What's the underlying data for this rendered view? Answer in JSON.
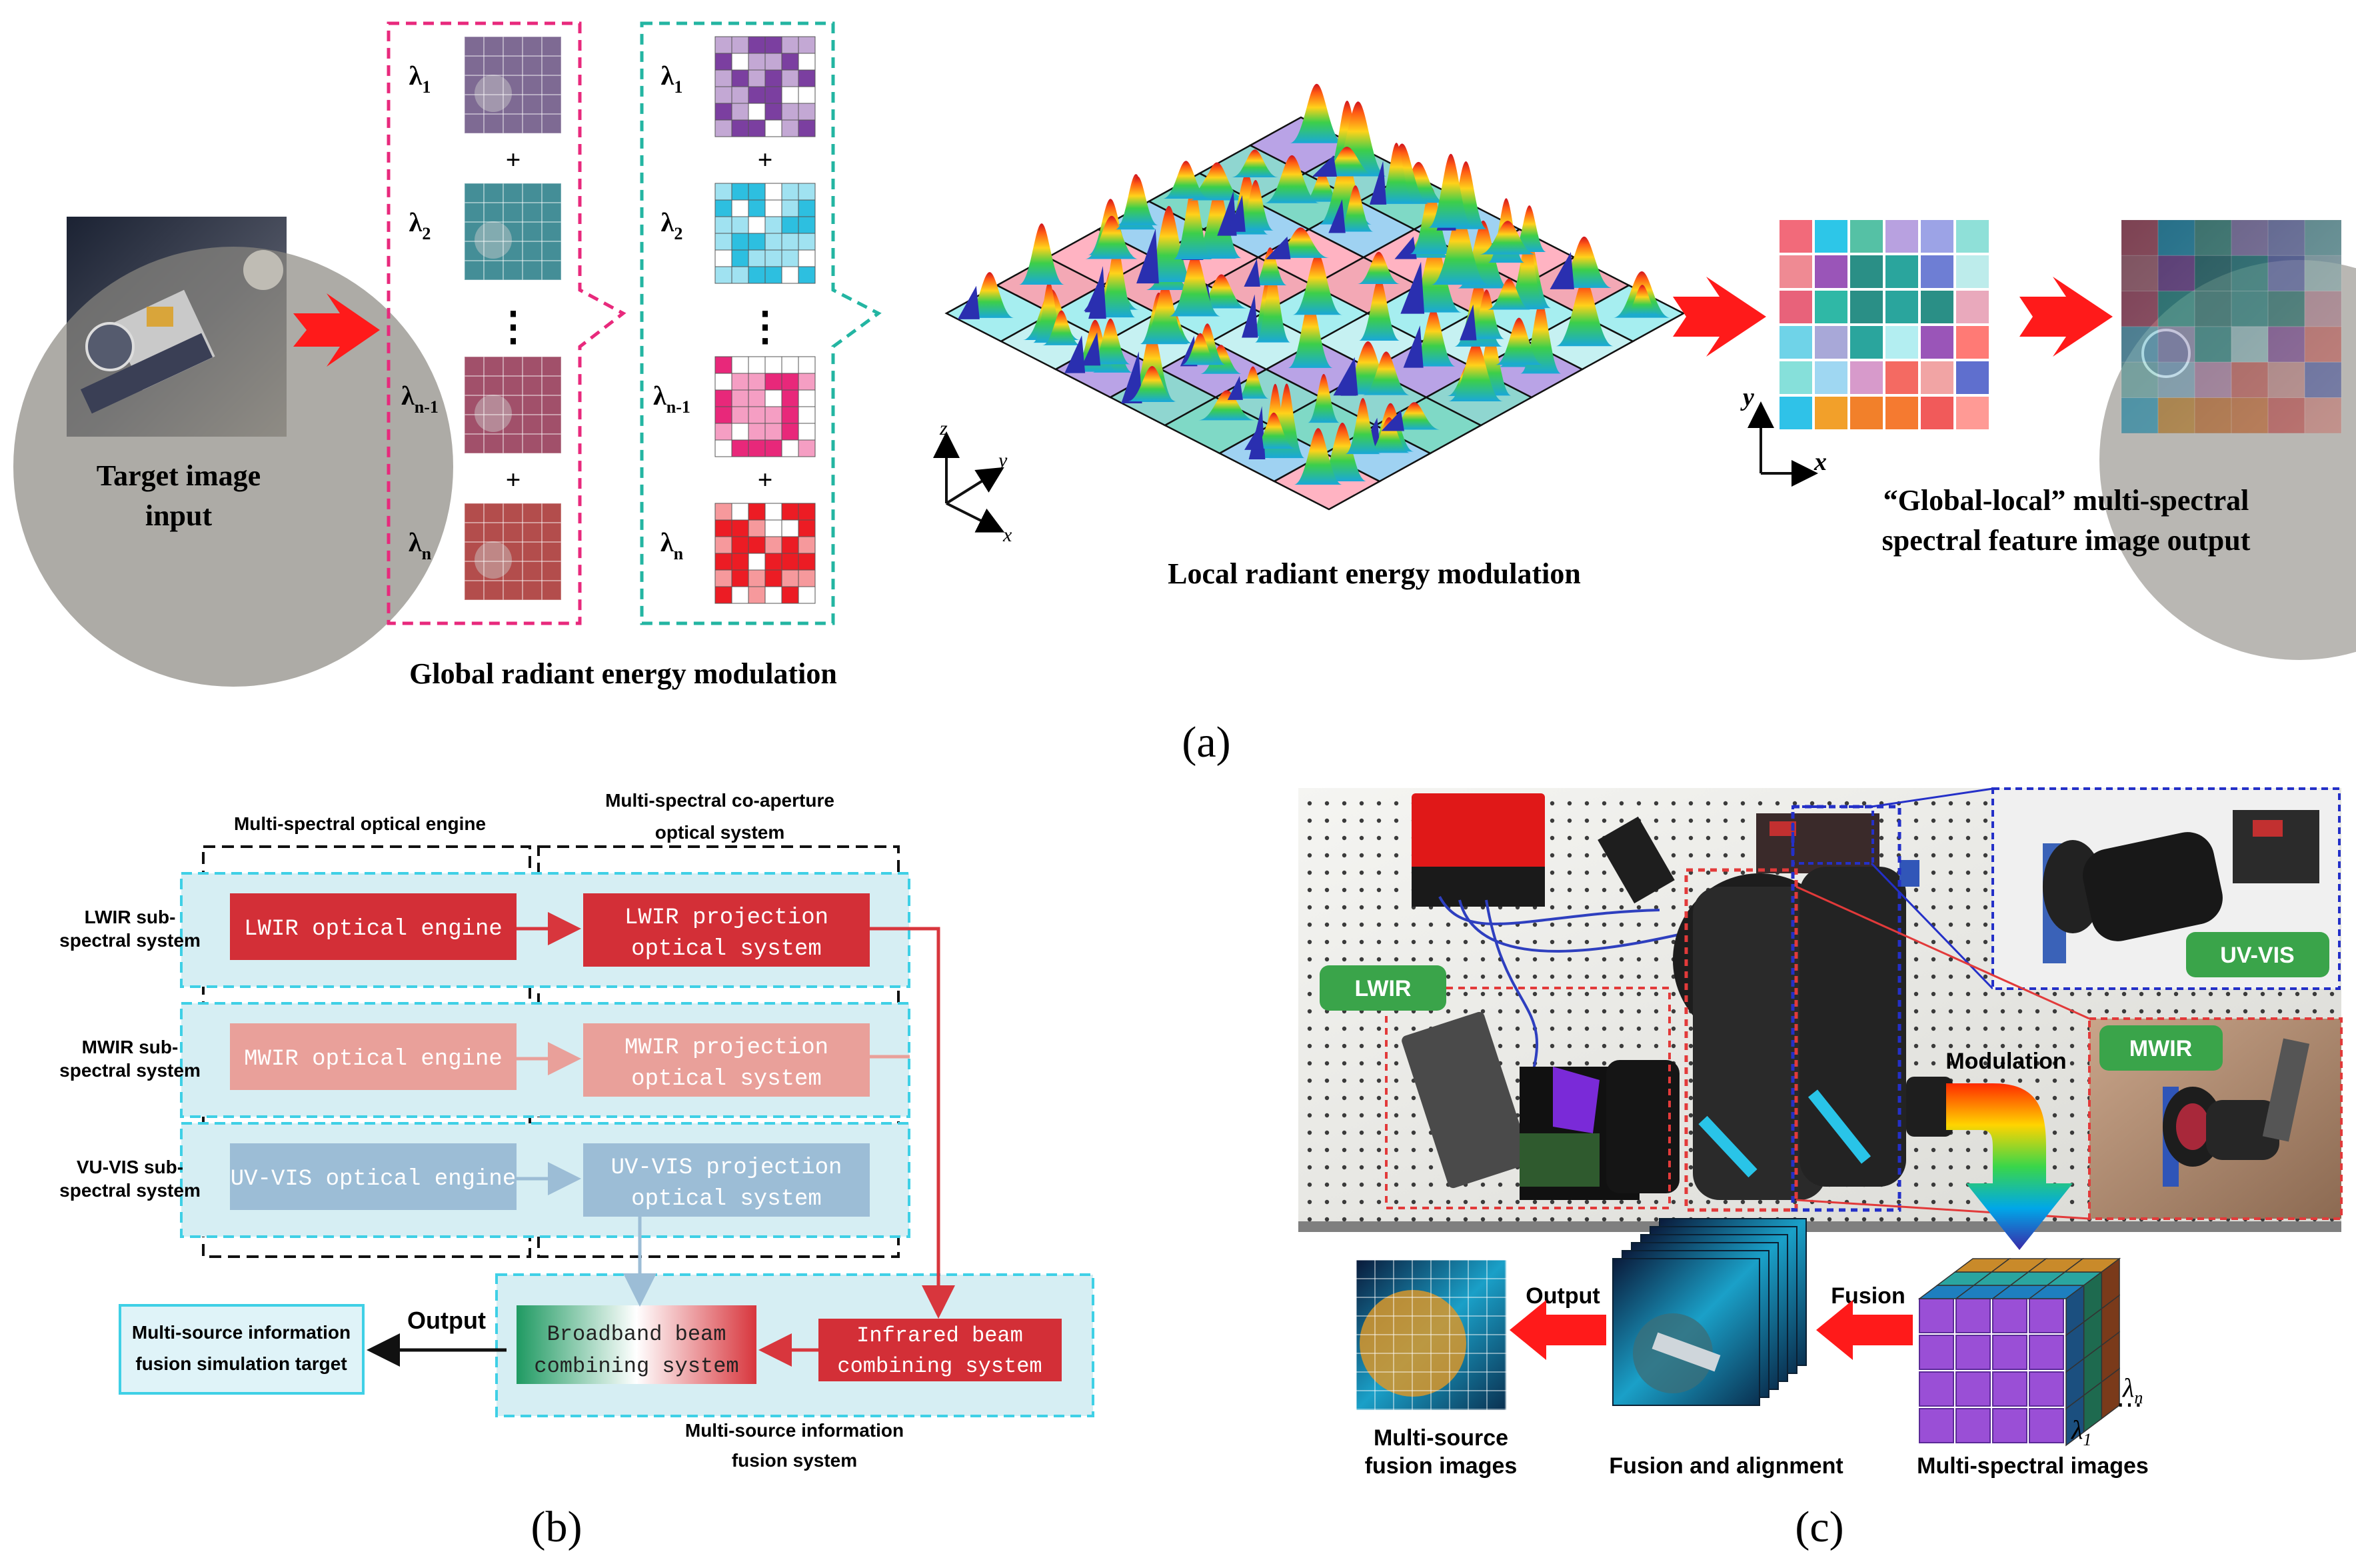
{
  "panel_a": {
    "target_label_1": "Target image",
    "target_label_2": "input",
    "lambda_symbol": "λ",
    "lambda_subs": [
      "1",
      "2",
      "n-1",
      "n"
    ],
    "plus": "+",
    "dots": "⋮",
    "global_label": "Global radiant energy modulation",
    "local_label": "Local radiant energy modulation",
    "axis_x": "x",
    "axis_y": "y",
    "axis_z": "z",
    "output_label_1": "“Global-local” multi-spectral",
    "output_label_2": "spectral feature image output",
    "panel_letter": "(a)",
    "colors": {
      "arrow": "#ff1a1a",
      "global_border": "#e8297c",
      "local_border": "#23b5a2"
    }
  },
  "panel_b": {
    "col1_header": "Multi-spectral optical engine",
    "col2_header_1": "Multi-spectral co-aperture",
    "col2_header_2": "optical system",
    "rows": [
      {
        "label_1": "LWIR sub-",
        "label_2": "spectral system",
        "engine": "LWIR optical engine",
        "proj_1": "LWIR projection",
        "proj_2": "optical system",
        "color": "#d32f37"
      },
      {
        "label_1": "MWIR sub-",
        "label_2": "spectral system",
        "engine": "MWIR optical engine",
        "proj_1": "MWIR projection",
        "proj_2": "optical system",
        "color": "#e9a09a"
      },
      {
        "label_1": "VU-VIS sub-",
        "label_2": "spectral system",
        "engine": "UV-VIS optical engine",
        "proj_1": "UV-VIS projection",
        "proj_2": "optical system",
        "color": "#9cbdd6"
      }
    ],
    "broadband_1": "Broadband beam",
    "broadband_2": "combining system",
    "infrared_1": "Infrared beam",
    "infrared_2": "combining system",
    "output": "Output",
    "target_1": "Multi-source information",
    "target_2": "fusion simulation target",
    "fusion_1": "Multi-source information",
    "fusion_2": "fusion system",
    "panel_letter": "(b)"
  },
  "panel_c": {
    "lwir": "LWIR",
    "mwir": "MWIR",
    "uvvis": "UV-VIS",
    "modulation": "Modulation",
    "fusion": "Fusion",
    "output": "Output",
    "ms_label": "Multi-spectral images",
    "align_label": "Fusion and alignment",
    "msf_label_1": "Multi-source",
    "msf_label_2": "fusion images",
    "lambda_1": "λ",
    "lambda_1_sub": "1",
    "lambda_n": "λ",
    "lambda_n_sub": "n",
    "panel_letter": "(c)"
  }
}
